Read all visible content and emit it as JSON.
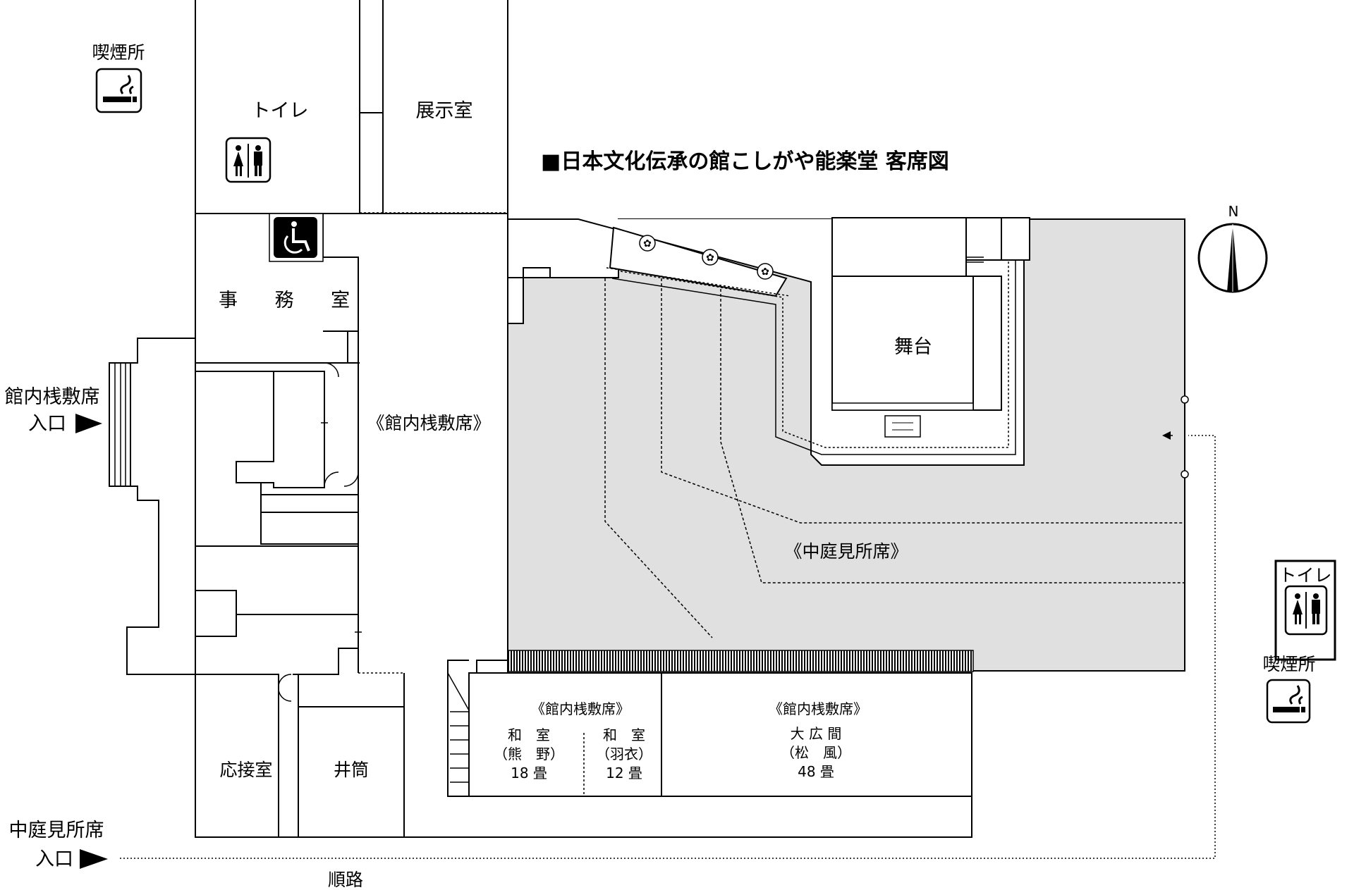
{
  "title": "■日本文化伝承の館こしがや能楽堂 客席図",
  "compass": {
    "north_label": "N"
  },
  "rooms": {
    "toilet": "トイレ",
    "exhibition": "展示室",
    "office": "事 務 室",
    "reception": "応接室",
    "well": "井筒",
    "stage": "舞台"
  },
  "seating": {
    "indoor_main": "《館内桟敷席》",
    "courtyard": "《中庭見所席》",
    "indoor_lower_left": "《館内桟敷席》",
    "indoor_lower_right": "《館内桟敷席》",
    "room_kumano": {
      "line1": "和　室",
      "line2": "（熊　野）",
      "line3": "18 畳"
    },
    "room_hagoromo": {
      "line1": "和　室",
      "line2": "（羽衣）",
      "line3": "12 畳"
    },
    "room_matsukaze": {
      "line1": "大 広 間",
      "line2": "（松　風）",
      "line3": "48 畳"
    }
  },
  "entrances": {
    "indoor": {
      "line1": "館内桟敷席",
      "line2": "入口"
    },
    "courtyard": {
      "line1": "中庭見所席",
      "line2": "入口"
    },
    "route": "順路"
  },
  "facilities": {
    "smoking_top_left": "喫煙所",
    "smoking_right": "喫煙所",
    "toilet_right": "トイレ"
  },
  "icons": {
    "smoking": "smoking-icon",
    "restroom": "restroom-icon",
    "wheelchair": "wheelchair-icon",
    "flower": "plum-flower-icon",
    "arrow": "entrance-arrow-icon"
  },
  "colors": {
    "line": "#000000",
    "seat_area": "#e0e0e0",
    "background": "#ffffff"
  }
}
